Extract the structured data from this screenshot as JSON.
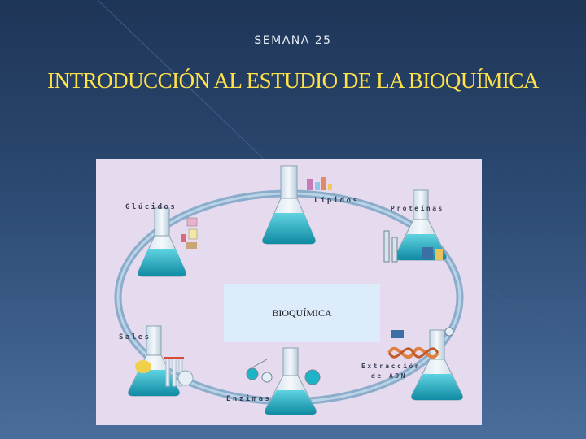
{
  "slide": {
    "subtitle": "SEMANA 25",
    "title": "INTRODUCCIÓN AL ESTUDIO DE LA BIOQUÍMICA"
  },
  "figure": {
    "center_label": "BIOQUÍMICA",
    "labels": {
      "glucidos": "Glúcidos",
      "lipidos": "Lípidos",
      "proteinas": "Proteínas",
      "sales": "Sales",
      "enzimas": "Enzimas",
      "extraccion_line1": "Extracción",
      "extraccion_line2": "de ADN"
    },
    "colors": {
      "background": "#e6daee",
      "ring": "#7aa3c4",
      "flask_liquid": "#1fb3c7",
      "center_box": "#dcecfb"
    }
  }
}
